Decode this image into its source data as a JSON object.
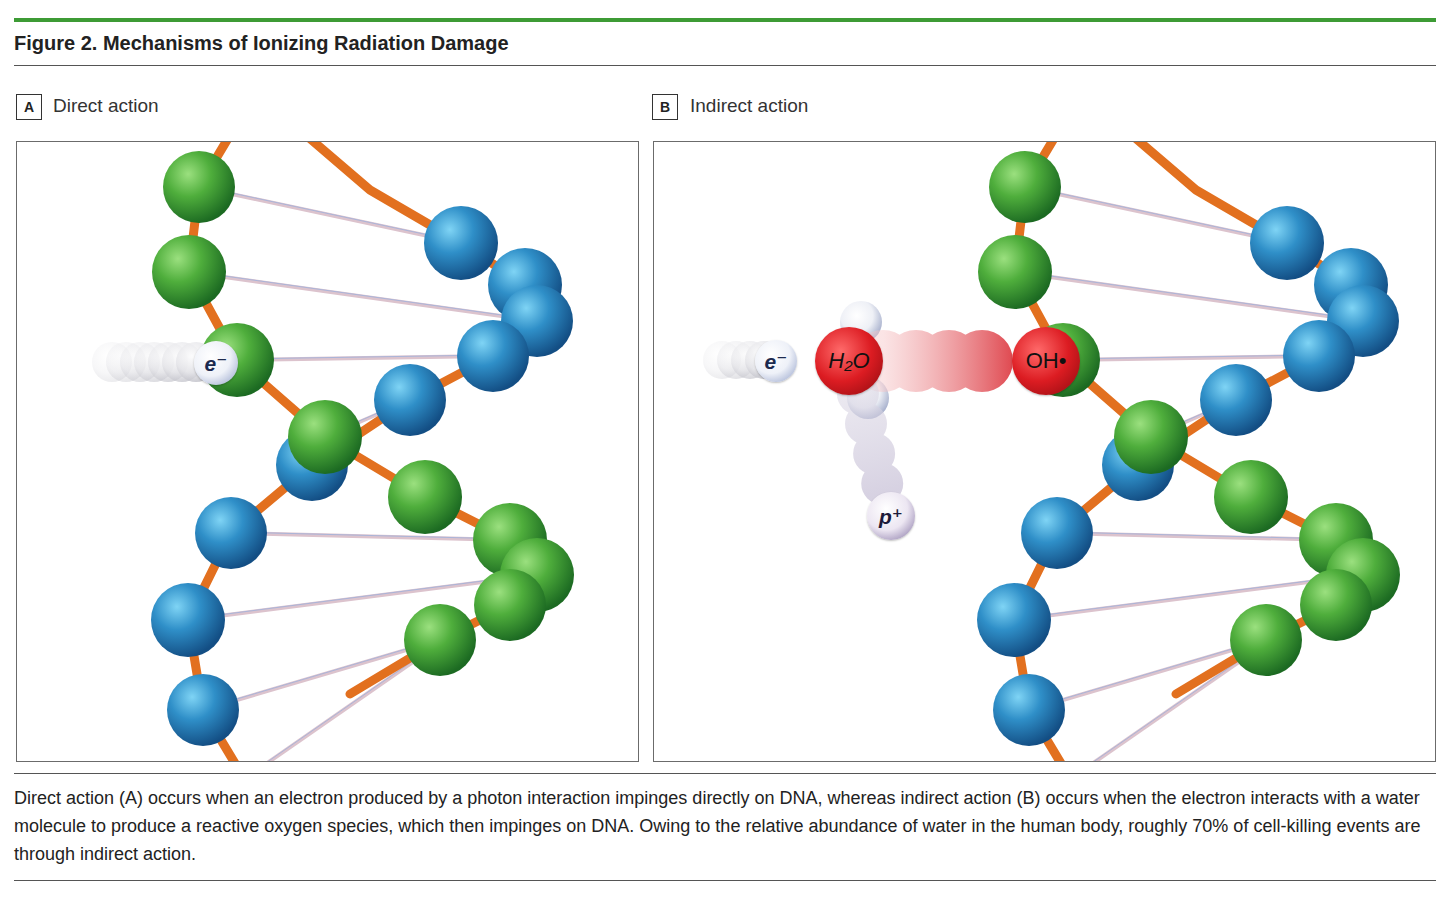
{
  "diagram": {
    "title": "Figure 2. Mechanisms of Ionizing Radiation Damage",
    "caption": "Direct action (A) occurs when an electron produced by a photon interaction impinges directly on DNA, whereas indirect action (B) occurs when the electron interacts with a water molecule to produce a reactive oxygen species, which then impinges on DNA. Owing to the relative abundance of water in the human body, roughly 70% of cell-killing events are through indirect action.",
    "nodes": [
      {
        "text": [
          "A"
        ]
      },
      {
        "text": [
          "Direct action"
        ]
      },
      {
        "text": [
          "e⁻"
        ],
        "in": 1
      },
      {
        "text": [
          "B"
        ]
      },
      {
        "text": [
          "Indirect action"
        ]
      },
      {
        "text": [
          "e⁻"
        ],
        "in": 4
      },
      {
        "text": [
          "H₂O"
        ],
        "in": 4
      },
      {
        "text": [
          "OH•"
        ],
        "in": 4
      },
      {
        "text": [
          "p⁺"
        ],
        "in": 4
      }
    ],
    "edges": [
      {
        "from": 6,
        "to": 7,
        "arrow": "none"
      },
      {
        "from": 6,
        "to": 8,
        "arrow": "none"
      }
    ]
  }
}
